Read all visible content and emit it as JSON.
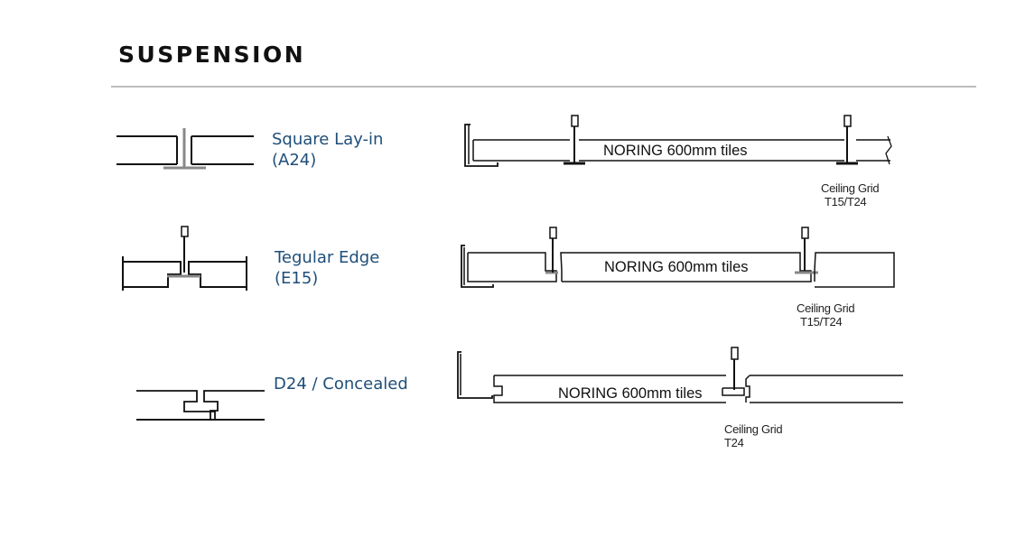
{
  "heading": "SUSPENSION",
  "systems": [
    {
      "name": "Square Lay-in",
      "code": "(A24)",
      "tile_label": "NORING 600mm tiles",
      "grid_label": "Ceiling Grid",
      "grid_type": "T15/T24"
    },
    {
      "name": "Tegular Edge",
      "code": "(E15)",
      "tile_label": "NORING 600mm tiles",
      "grid_label": "Ceiling Grid",
      "grid_type": "T15/T24"
    },
    {
      "name": "D24 / Concealed",
      "tile_label": "NORING 600mm tiles",
      "grid_label": "Ceiling Grid",
      "grid_type": "T24"
    }
  ],
  "colors": {
    "label": "#1f4e79",
    "line": "#111111",
    "rule": "#bdbdbd"
  }
}
